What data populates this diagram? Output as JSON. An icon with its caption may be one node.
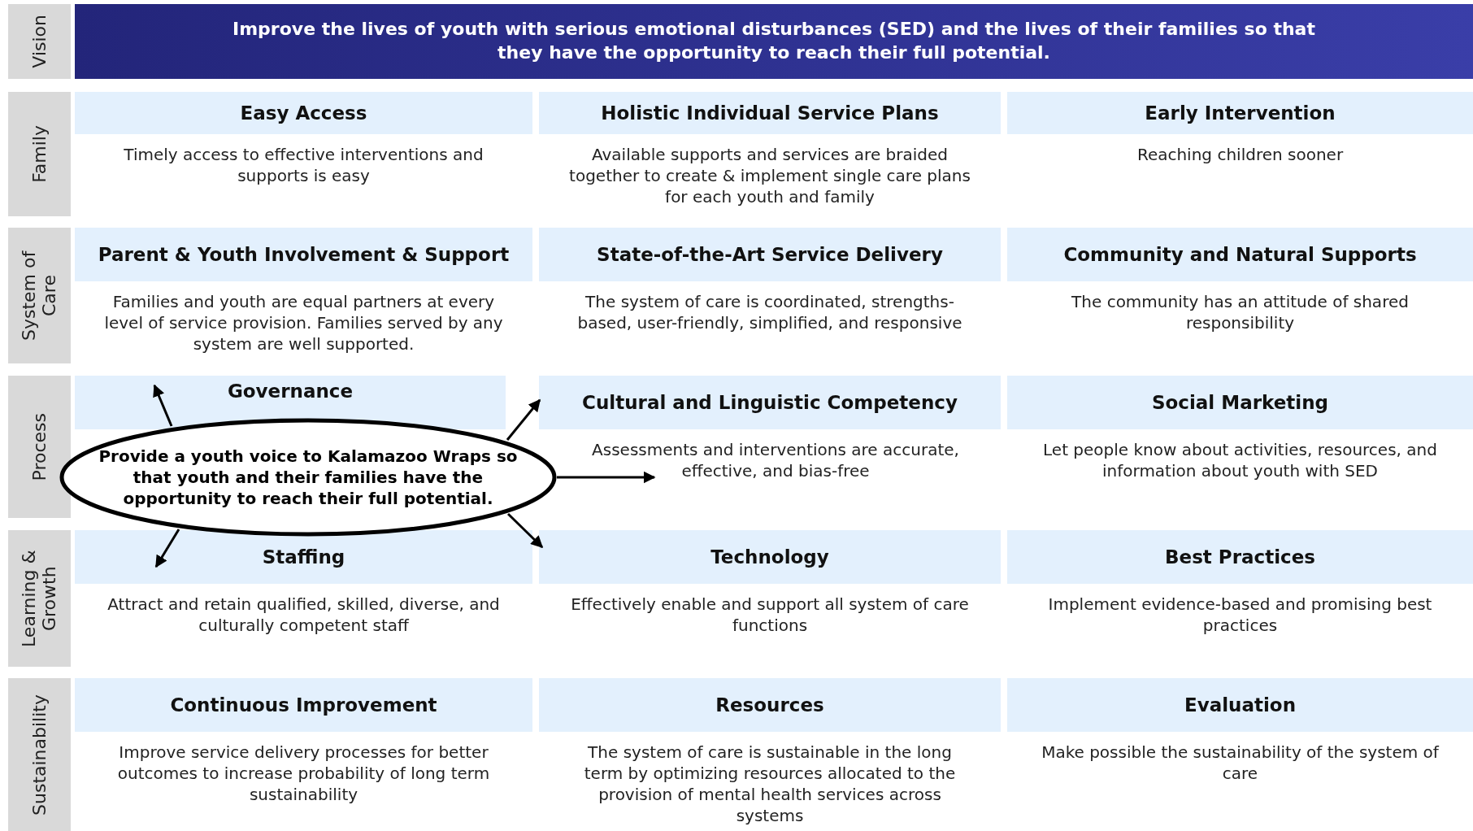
{
  "diagram": {
    "nodes": [
      {
        "text": [
          "Vision"
        ]
      },
      {
        "text": [
          "Improve the lives of youth with serious emotional disturbances (SED) and the lives of their families so that they have the opportunity to reach their full potential."
        ]
      },
      {
        "text": [
          "Family"
        ]
      },
      {
        "text": [
          "Easy Access",
          "Timely access to effective interventions and supports is easy"
        ]
      },
      {
        "text": [
          "Holistic Individual Service Plans",
          "Available supports and services are braided together to create & implement single care plans for each youth and family"
        ]
      },
      {
        "text": [
          "Early Intervention",
          "Reaching children sooner"
        ]
      },
      {
        "text": [
          "System of Care"
        ]
      },
      {
        "text": [
          "Parent & Youth Involvement & Support",
          "Families and youth are equal partners at every level of service provision.  Families served by any system are well supported."
        ]
      },
      {
        "text": [
          "State-of-the-Art Service Delivery",
          "The system of care is coordinated, strengths-based, user-friendly, simplified, and responsive"
        ]
      },
      {
        "text": [
          "Community and Natural Supports",
          "The community has an attitude of shared responsibility"
        ]
      },
      {
        "text": [
          "Process"
        ]
      },
      {
        "text": [
          "Governance"
        ]
      },
      {
        "text": [
          "Provide a youth voice to Kalamazoo Wraps so that youth and their families have the opportunity to reach their full potential."
        ]
      },
      {
        "text": [
          "Cultural and Linguistic Competency",
          "Assessments and interventions are accurate, effective, and bias-free"
        ]
      },
      {
        "text": [
          "Social Marketing",
          "Let people know about activities, resources, and information about youth with SED"
        ]
      },
      {
        "text": [
          "Learning & Growth"
        ]
      },
      {
        "text": [
          "Staffing",
          "Attract and retain qualified, skilled, diverse, and culturally competent staff"
        ]
      },
      {
        "text": [
          "Technology",
          "Effectively enable and support all system of care functions"
        ]
      },
      {
        "text": [
          "Best Practices",
          "Implement evidence-based and promising best practices"
        ]
      },
      {
        "text": [
          "Sustainability"
        ]
      },
      {
        "text": [
          "Continuous Improvement",
          "Improve service delivery processes for better outcomes to increase probability of long term sustainability"
        ]
      },
      {
        "text": [
          "Resources",
          "The system of care is sustainable in the long term by optimizing resources allocated to the provision of mental health services across systems"
        ]
      },
      {
        "text": [
          "Evaluation",
          "Make possible the sustainability of the system of care"
        ]
      }
    ],
    "edges": [
      {
        "from": 12,
        "to": 11,
        "arrow": "to"
      },
      {
        "from": 12,
        "to": 13,
        "arrow": "to"
      },
      {
        "from": 12,
        "to": 13,
        "arrow": "to"
      },
      {
        "from": 12,
        "to": 17,
        "arrow": "to"
      },
      {
        "from": 12,
        "to": 16,
        "arrow": "to"
      }
    ]
  }
}
